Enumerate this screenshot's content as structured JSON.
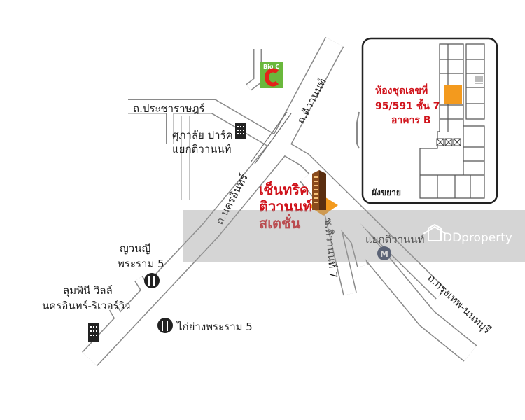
{
  "roads": {
    "prachachuen": "ถ.ประชาราษฎร์",
    "tiwanon": "ถ.ติวานนท์",
    "nakhon_in": "ถ.นครอินทร์",
    "krungthep_nonthaburi": "ถ.กรุงเทพ-นนทบุรี",
    "soi_tiwanon7": "ซ.ติวานนท์ 7"
  },
  "places": {
    "big_c_logo": "Big C",
    "supalai_line1": "ศุภาลัย ปาร์ค",
    "supalai_line2": "แยกติวานนท์",
    "yuanyi_line1": "ญวนญี",
    "yuanyi_line2": "พระราม 5",
    "lumpini_line1": "ลุมพินี วิลล์",
    "lumpini_line2": "นครอินทร์-ริเวอร์วิว",
    "kaiyang": "ไก่ย่างพระราม 5",
    "intersection_mrt": "แยกติวานนท์",
    "mrt_letter": "M"
  },
  "project": {
    "name_line1": "เซ็นทริค",
    "name_line2": "ติวานนท์",
    "name_line3": "สเตชั่น"
  },
  "inset": {
    "unit_line1": "ห้องชุดเลขที่",
    "unit_line2": "95/591 ชั้น 7",
    "unit_line3": "อาคาร B",
    "plan_label": "ผังขยาย"
  },
  "watermark": {
    "brand": "DDproperty"
  },
  "colors": {
    "road_fill": "#ffffff",
    "road_edge": "#8a8a8a",
    "accent_red": "#d0131b",
    "highlight_orange": "#f39a1e",
    "bigc_green": "#6ab83c",
    "bigc_red": "#e2231a",
    "watermark_band": "#9a9a9a"
  }
}
